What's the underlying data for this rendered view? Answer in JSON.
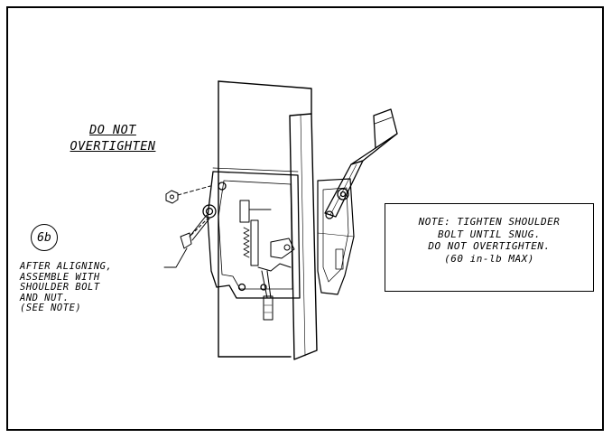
{
  "warning": {
    "lines": [
      "DO NOT",
      "OVERTIGHTEN"
    ]
  },
  "callout": {
    "id": "6b"
  },
  "assembly_note": {
    "lines": [
      "AFTER ALIGNING,",
      "ASSEMBLE WITH",
      "SHOULDER BOLT",
      "AND NUT.",
      "(SEE NOTE)"
    ]
  },
  "note_box": {
    "lines": [
      "NOTE: TIGHTEN SHOULDER",
      "BOLT UNTIL SNUG.",
      "DO NOT OVERTIGHTEN.",
      "(60 in-lb MAX)"
    ]
  },
  "colors": {
    "line": "#000000",
    "background": "#ffffff"
  }
}
